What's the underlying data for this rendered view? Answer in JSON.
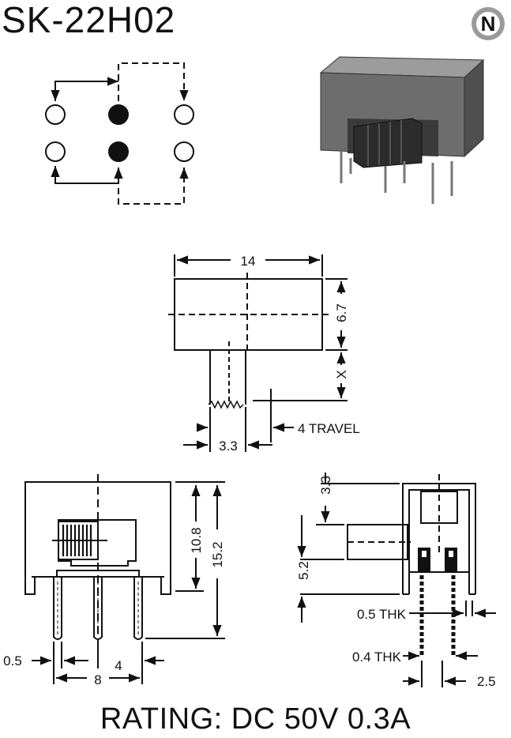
{
  "header": {
    "model": "SK-22H02",
    "logo_letter": "N",
    "logo_icon": "n-circle-logo-icon"
  },
  "top_view": {
    "width_label": "14",
    "height_label": "6.7",
    "x_label": "X",
    "actuator_width_label": "3.3",
    "travel_label": "4 TRAVEL"
  },
  "front_view": {
    "inner_height_label": "10.8",
    "outer_height_label": "15.2",
    "pin_width_label": "0.5",
    "pin_pitch_label": "4",
    "pin_span_label": "8"
  },
  "side_view": {
    "top_label": "3.3",
    "actuator_label": "5.2",
    "thk_top_label": "0.5 THK",
    "thk_bottom_label": "0.4 THK",
    "pin_spacing_label": "2.5"
  },
  "footer": {
    "rating": "RATING: DC 50V 0.3A"
  },
  "colors": {
    "ink": "#111111",
    "box_body": "#8a8a8a",
    "box_face": "#5c5c5c",
    "background": "#ffffff"
  }
}
